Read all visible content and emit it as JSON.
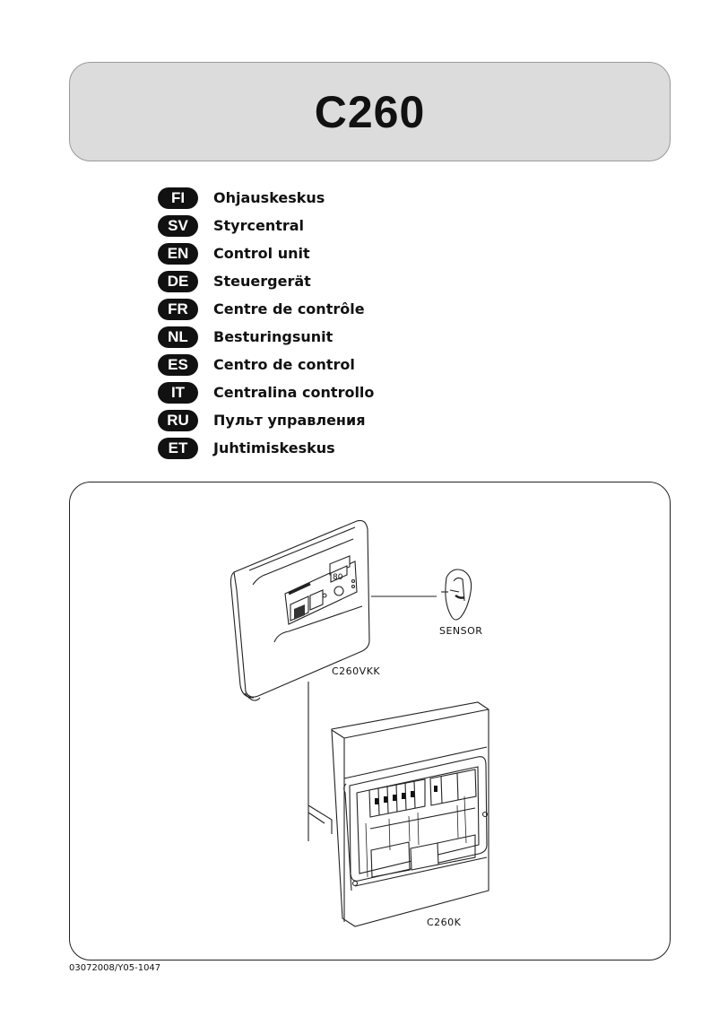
{
  "document": {
    "title": "C260",
    "languages": [
      {
        "code": "FI",
        "label": "Ohjauskeskus"
      },
      {
        "code": "SV",
        "label": "Styrcentral"
      },
      {
        "code": "EN",
        "label": "Control unit"
      },
      {
        "code": "DE",
        "label": "Steuergerät"
      },
      {
        "code": "FR",
        "label": "Centre de contrôle"
      },
      {
        "code": "NL",
        "label": "Besturingsunit"
      },
      {
        "code": "ES",
        "label": "Centro de control"
      },
      {
        "code": "IT",
        "label": "Centralina controllo"
      },
      {
        "code": "RU",
        "label": "Пульт управления"
      },
      {
        "code": "ET",
        "label": "Juhtimiskeskus"
      }
    ],
    "figure": {
      "sensor_label": "SENSOR",
      "control_label": "C260VKK",
      "cabinet_label": "C260K",
      "display_value": "80"
    },
    "doc_code": "03072008/Y05-1047"
  }
}
